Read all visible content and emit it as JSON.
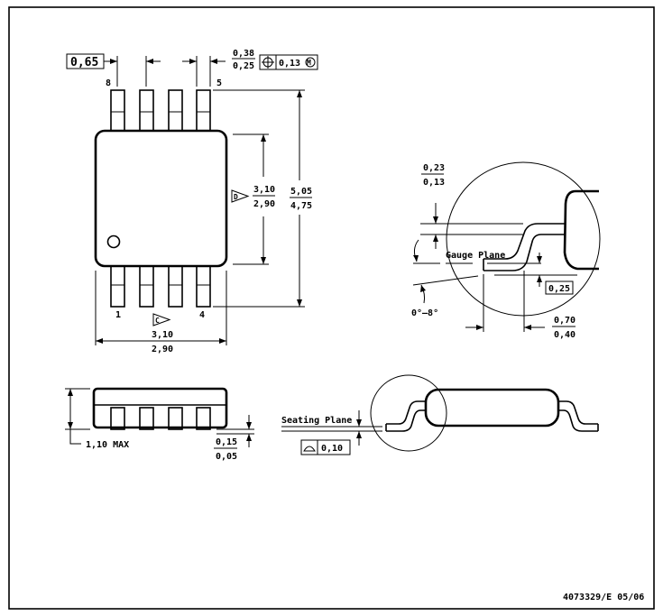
{
  "top_view": {
    "pitch": "0,65",
    "lead_width_max": "0,38",
    "lead_width_min": "0,25",
    "position_tolerance": "0,13",
    "modifier_m": "M",
    "pin_8": "8",
    "pin_5": "5",
    "pin_1": "1",
    "pin_4": "4",
    "datum_d": "D",
    "datum_c": "C",
    "body_length_max": "3,10",
    "body_length_min": "2,90",
    "overall_width_max": "5,05",
    "overall_width_min": "4,75",
    "body_width_max": "3,10",
    "body_width_min": "2,90"
  },
  "detail_view": {
    "lead_thickness_max": "0,23",
    "lead_thickness_min": "0,13",
    "gauge_plane_label": "Gauge Plane",
    "gauge_dimension": "0,25",
    "angle_label": "0°–8°",
    "foot_length_max": "0,70",
    "foot_length_min": "0,40"
  },
  "side_view": {
    "max_height": "1,10 MAX",
    "standoff_max": "0,15",
    "standoff_min": "0,05",
    "seating_plane_label": "Seating Plane",
    "coplanarity": "0,10"
  },
  "footer": {
    "drawing_id": "4073329/E 05/06"
  }
}
